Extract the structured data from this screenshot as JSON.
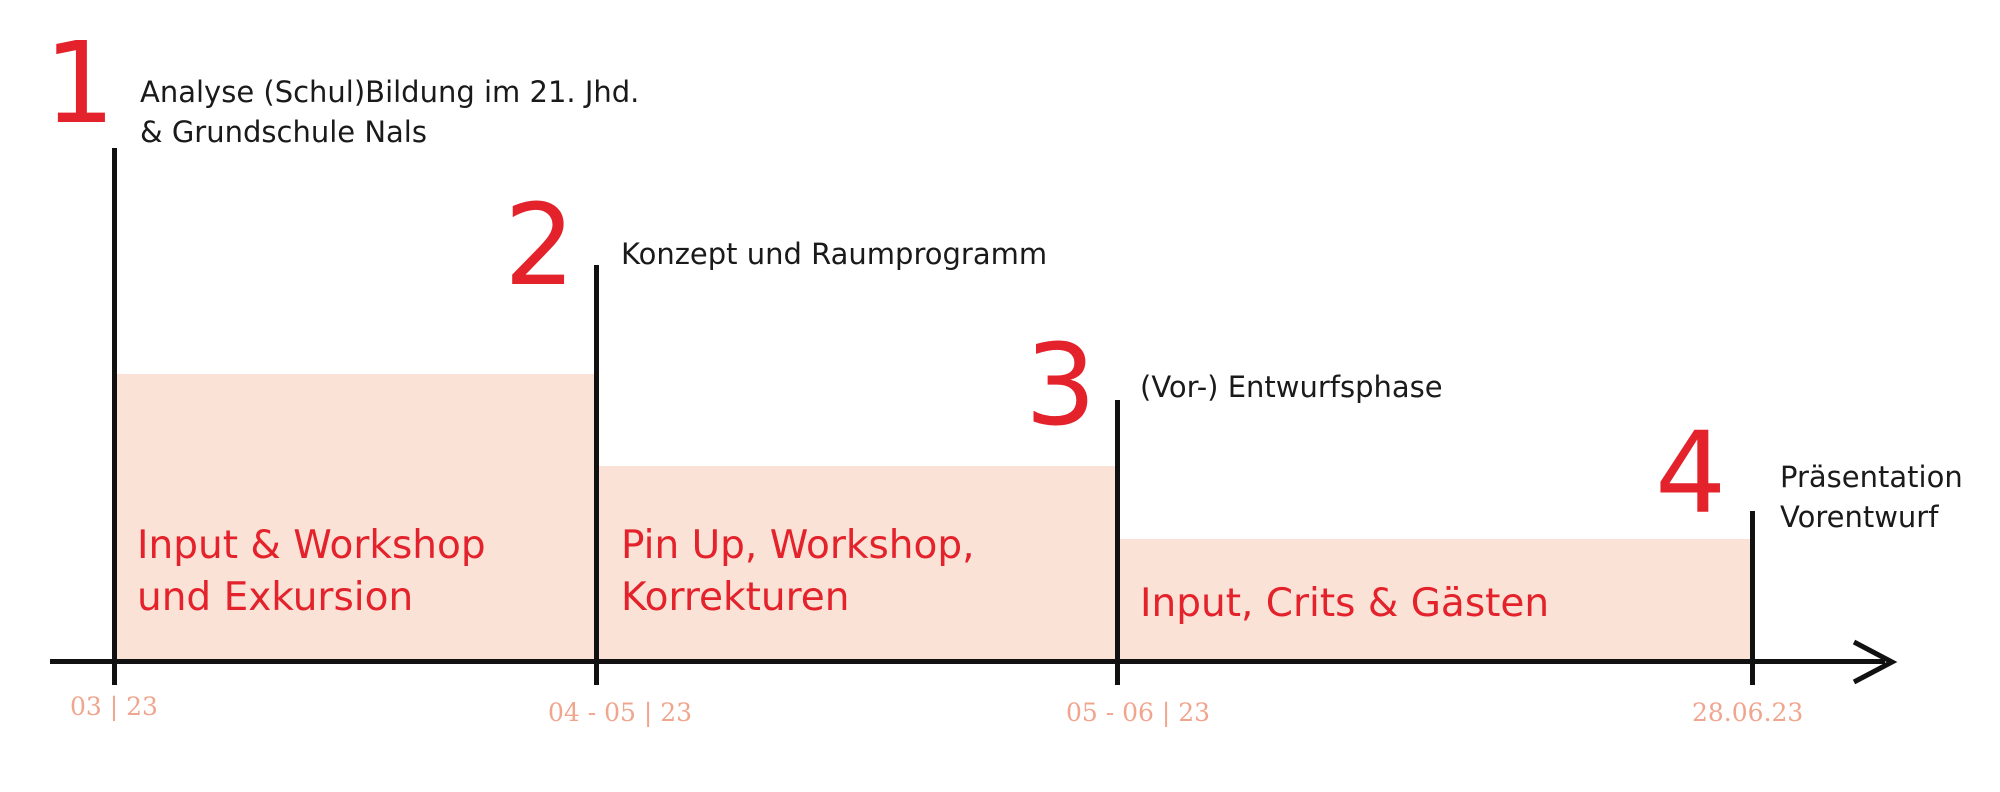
{
  "colors": {
    "accent": "#e3222b",
    "block_fill": "#fbe2d7",
    "date": "#f0a58e",
    "line": "#111111"
  },
  "phases": [
    {
      "number": "1",
      "title_line1": "Analyse (Schul)Bildung im 21. Jhd.",
      "title_line2": "& Grundschule Nals",
      "activity_line1": "Input & Workshop",
      "activity_line2": "und Exkursion",
      "date": "03 | 23"
    },
    {
      "number": "2",
      "title_line1": "Konzept und Raumprogramm",
      "title_line2": "",
      "activity_line1": "Pin Up, Workshop,",
      "activity_line2": "Korrekturen",
      "date": "04 - 05  | 23"
    },
    {
      "number": "3",
      "title_line1": "(Vor-) Entwurfsphase",
      "title_line2": "",
      "activity_line1": "Input, Crits & Gästen",
      "activity_line2": "",
      "date": "05 - 06  | 23"
    },
    {
      "number": "4",
      "title_line1": "Präsentation",
      "title_line2": "Vorentwurf",
      "activity_line1": "",
      "activity_line2": "",
      "date": "28.06.23"
    }
  ],
  "icons": {
    "axis_arrow": "arrow-right-icon"
  }
}
